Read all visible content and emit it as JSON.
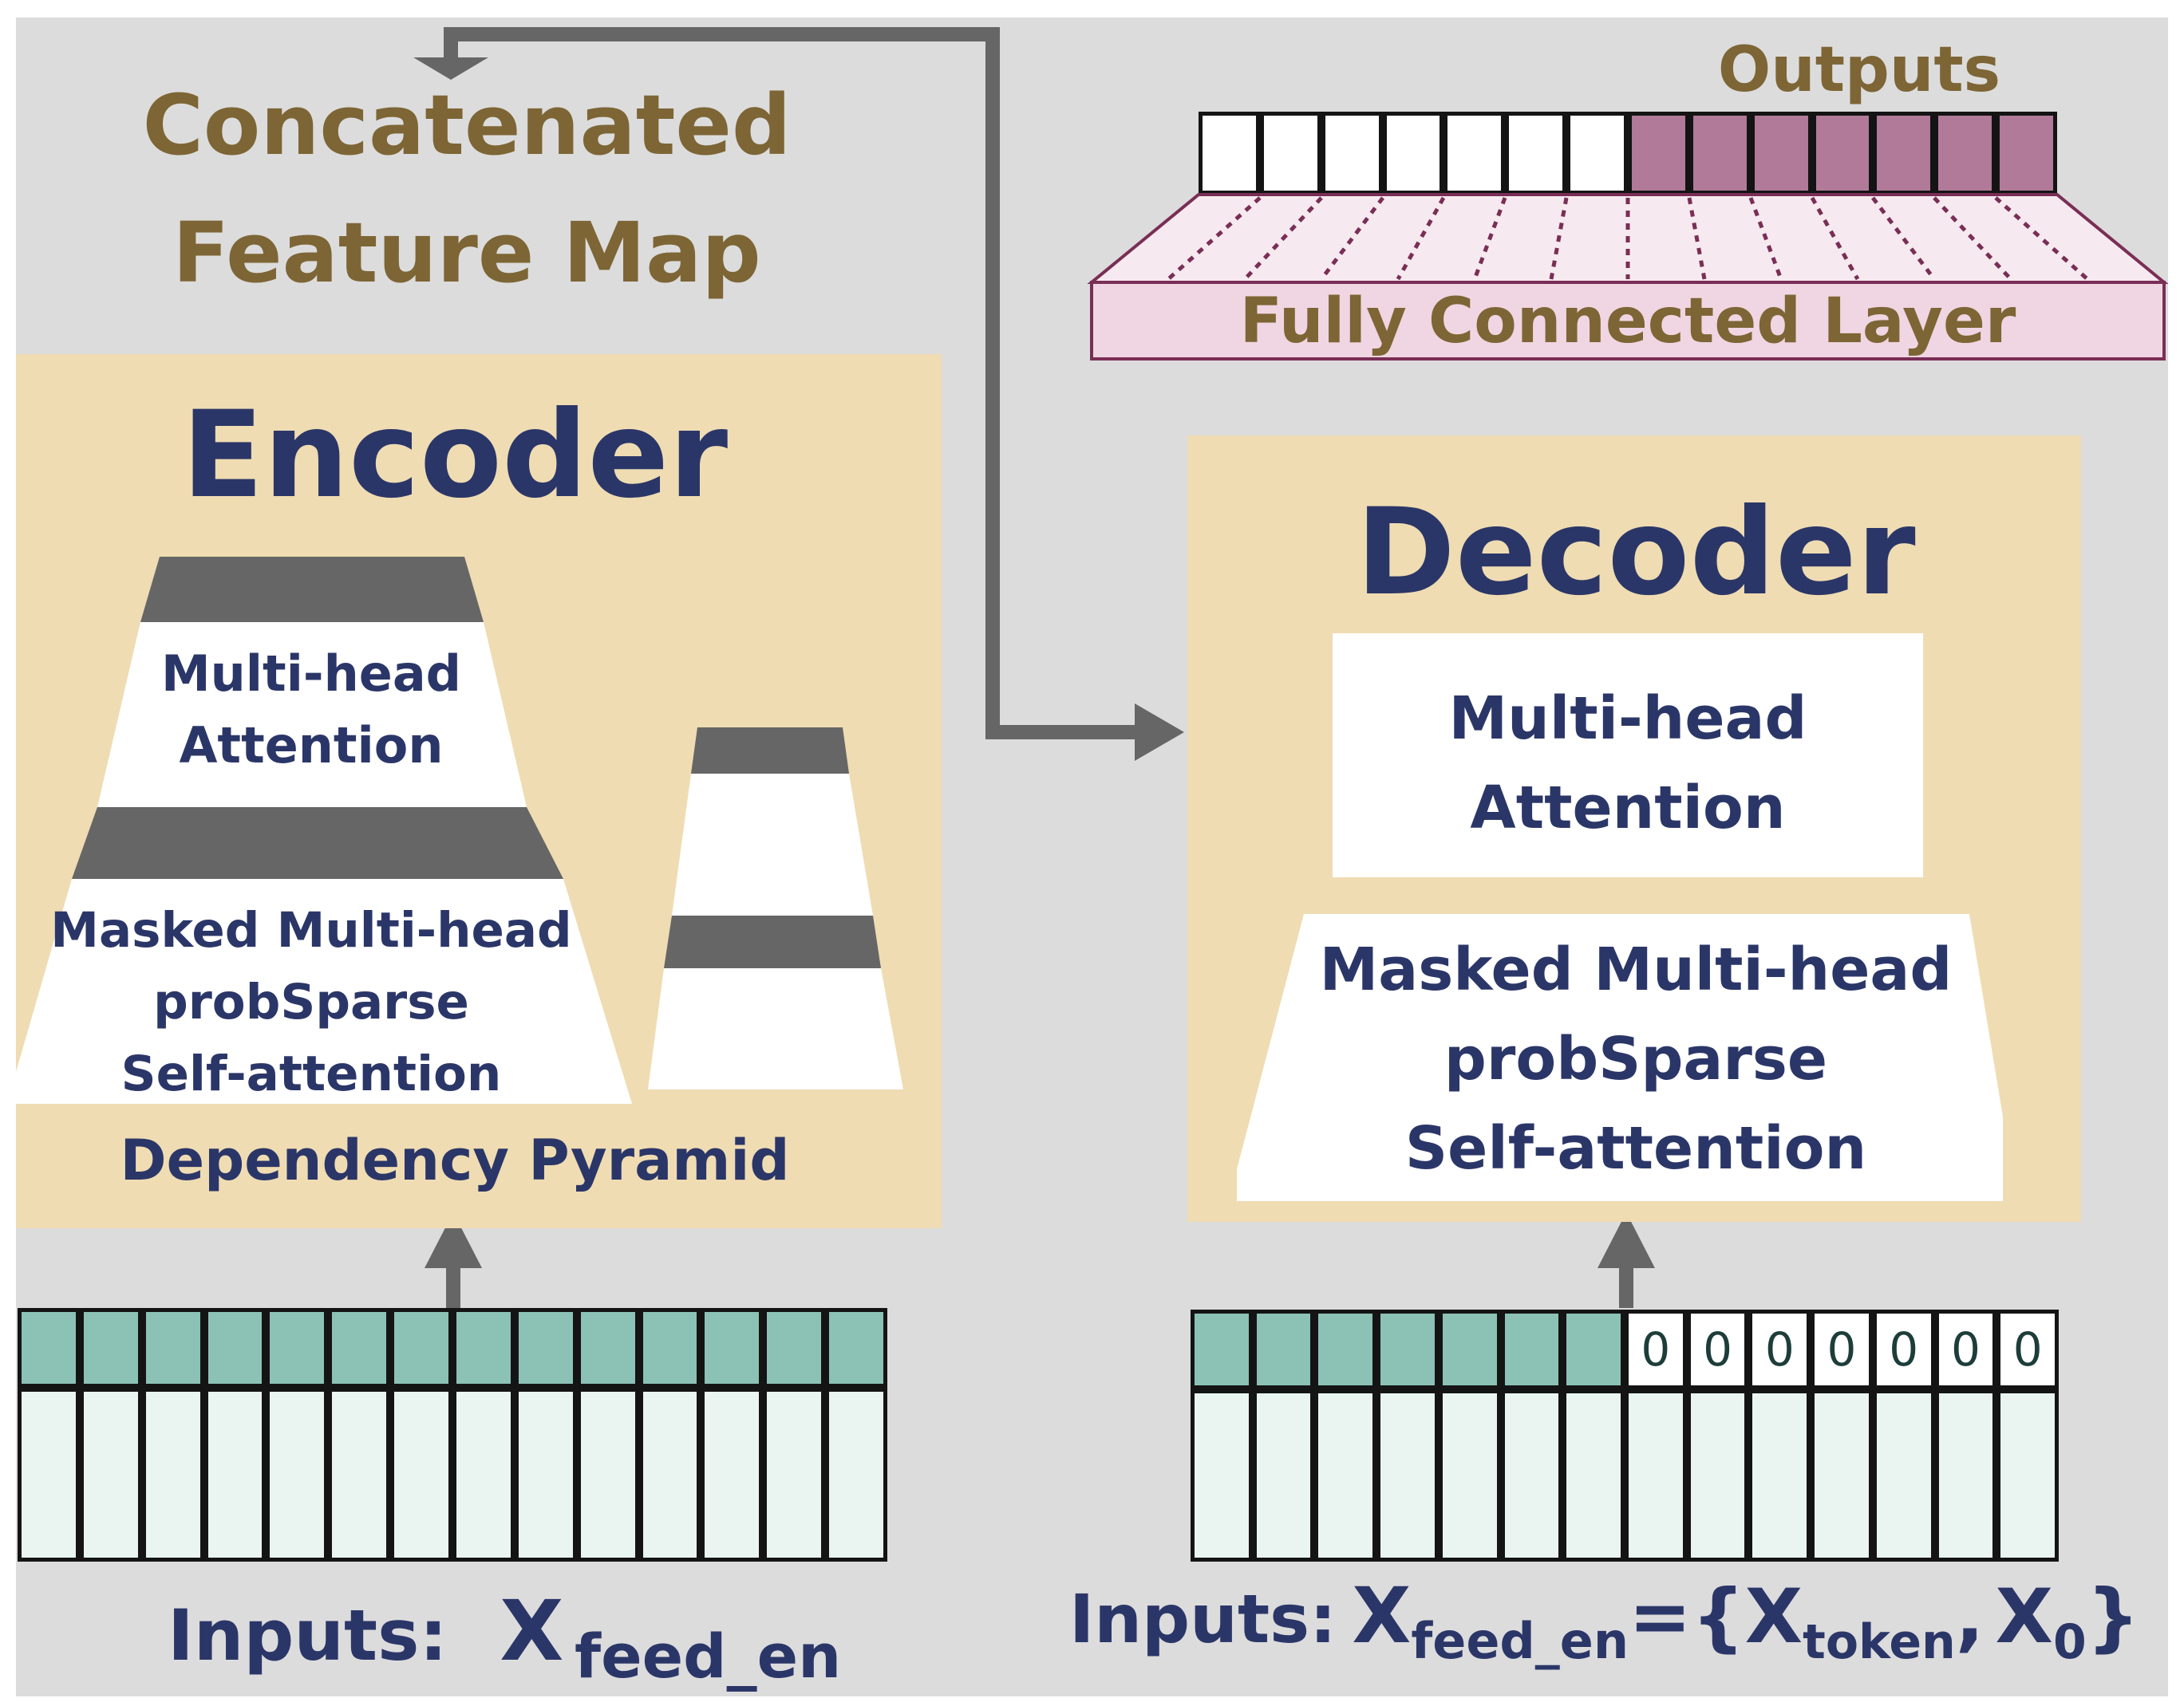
{
  "outputs_label": "Outputs",
  "concat_label": {
    "line1": "Concatenated",
    "line2": "Feature Map"
  },
  "fc_label": "Fully Connected Layer",
  "encoder": {
    "title": "Encoder",
    "mha_line1": "Multi-head",
    "mha_line2": "Attention",
    "masked_line1": "Masked Multi-head",
    "masked_line2": "probSparse",
    "masked_line3": "Self-attention",
    "pyramid_label": "Dependency Pyramid",
    "inputs_label": "Inputs:",
    "inputs_x": "X",
    "inputs_sub": "feed_en"
  },
  "decoder": {
    "title": "Decoder",
    "mha_line1": "Multi-head",
    "mha_line2": "Attention",
    "masked_line1": "Masked Multi-head",
    "masked_line2": "probSparse",
    "masked_line3": "Self-attention",
    "inputs_label": "Inputs:",
    "inputs_x": "X",
    "inputs_sub": "feed_en",
    "inputs_eq": "={",
    "token_x": "X",
    "token_sub": "token",
    "comma": ",",
    "zero_x": "X",
    "zero_sub": "0",
    "close": "}",
    "zero_cells": [
      "0",
      "0",
      "0",
      "0",
      "0",
      "0",
      "0"
    ]
  },
  "colors": {
    "background": "#dcdcdc",
    "panel": "#efdcb2",
    "navy_text": "#2b3668",
    "brown_text": "#7d6535",
    "arrow": "#666666",
    "pyramid_band": "#666666",
    "teal_cell": "#8cc1b6",
    "mauve_cell": "#b07a98"
  }
}
